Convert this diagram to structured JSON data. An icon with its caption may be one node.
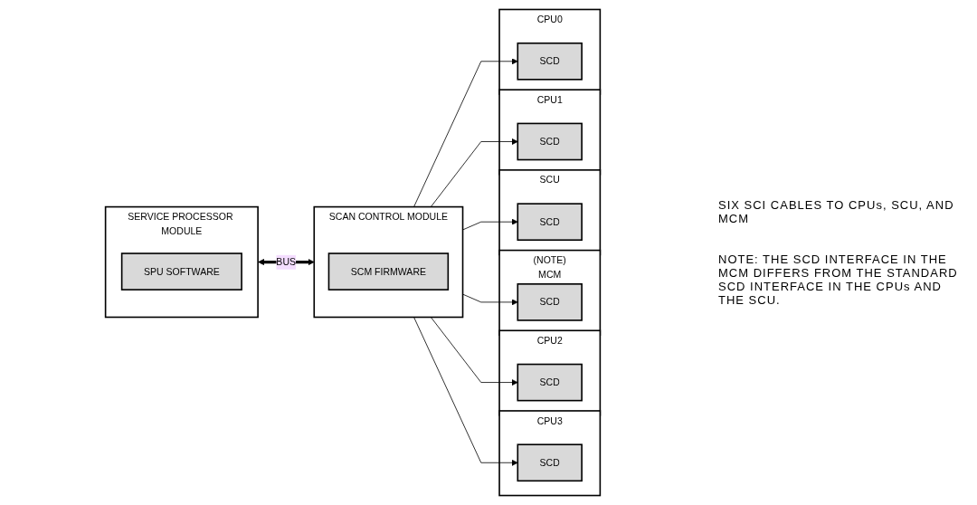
{
  "diagram": {
    "nodes": [
      {
        "text": [
          "SERVICE PROCESSOR MODULE"
        ]
      },
      {
        "text": [
          "SPU SOFTWARE"
        ],
        "in": 0
      },
      {
        "text": [
          "SCAN CONTROL MODULE"
        ]
      },
      {
        "text": [
          "SCM FIRMWARE"
        ],
        "in": 2
      },
      {
        "text": [
          "CPU0"
        ]
      },
      {
        "text": [
          "SCD"
        ],
        "in": 4
      },
      {
        "text": [
          "CPU1"
        ]
      },
      {
        "text": [
          "SCD"
        ],
        "in": 6
      },
      {
        "text": [
          "SCU"
        ]
      },
      {
        "text": [
          "SCD"
        ],
        "in": 8
      },
      {
        "text": [
          "MCM"
        ],
        "beside": [
          "(NOTE)"
        ]
      },
      {
        "text": [
          "SCD"
        ],
        "in": 10
      },
      {
        "text": [
          "CPU2"
        ]
      },
      {
        "text": [
          "SCD"
        ],
        "in": 12
      },
      {
        "text": [
          "CPU3"
        ]
      },
      {
        "text": [
          "SCD"
        ],
        "in": 14
      }
    ],
    "edges": [
      {
        "from": 0,
        "to": 2,
        "arrow": "both",
        "label": "BUS",
        "style": "thick"
      },
      {
        "from": 2,
        "to": 5,
        "arrow": "to"
      },
      {
        "from": 2,
        "to": 7,
        "arrow": "to"
      },
      {
        "from": 2,
        "to": 9,
        "arrow": "to"
      },
      {
        "from": 2,
        "to": 11,
        "arrow": "to"
      },
      {
        "from": 2,
        "to": 13,
        "arrow": "to"
      },
      {
        "from": 2,
        "to": 15,
        "arrow": "to"
      }
    ],
    "labels": [
      "SIX SCI CABLES TO CPUs, SCU, AND MCM",
      "NOTE: THE SCD INTERFACE IN THE MCM DIFFERS FROM THE STANDARD SCD INTERFACE IN THE CPUs AND THE SCU."
    ]
  }
}
